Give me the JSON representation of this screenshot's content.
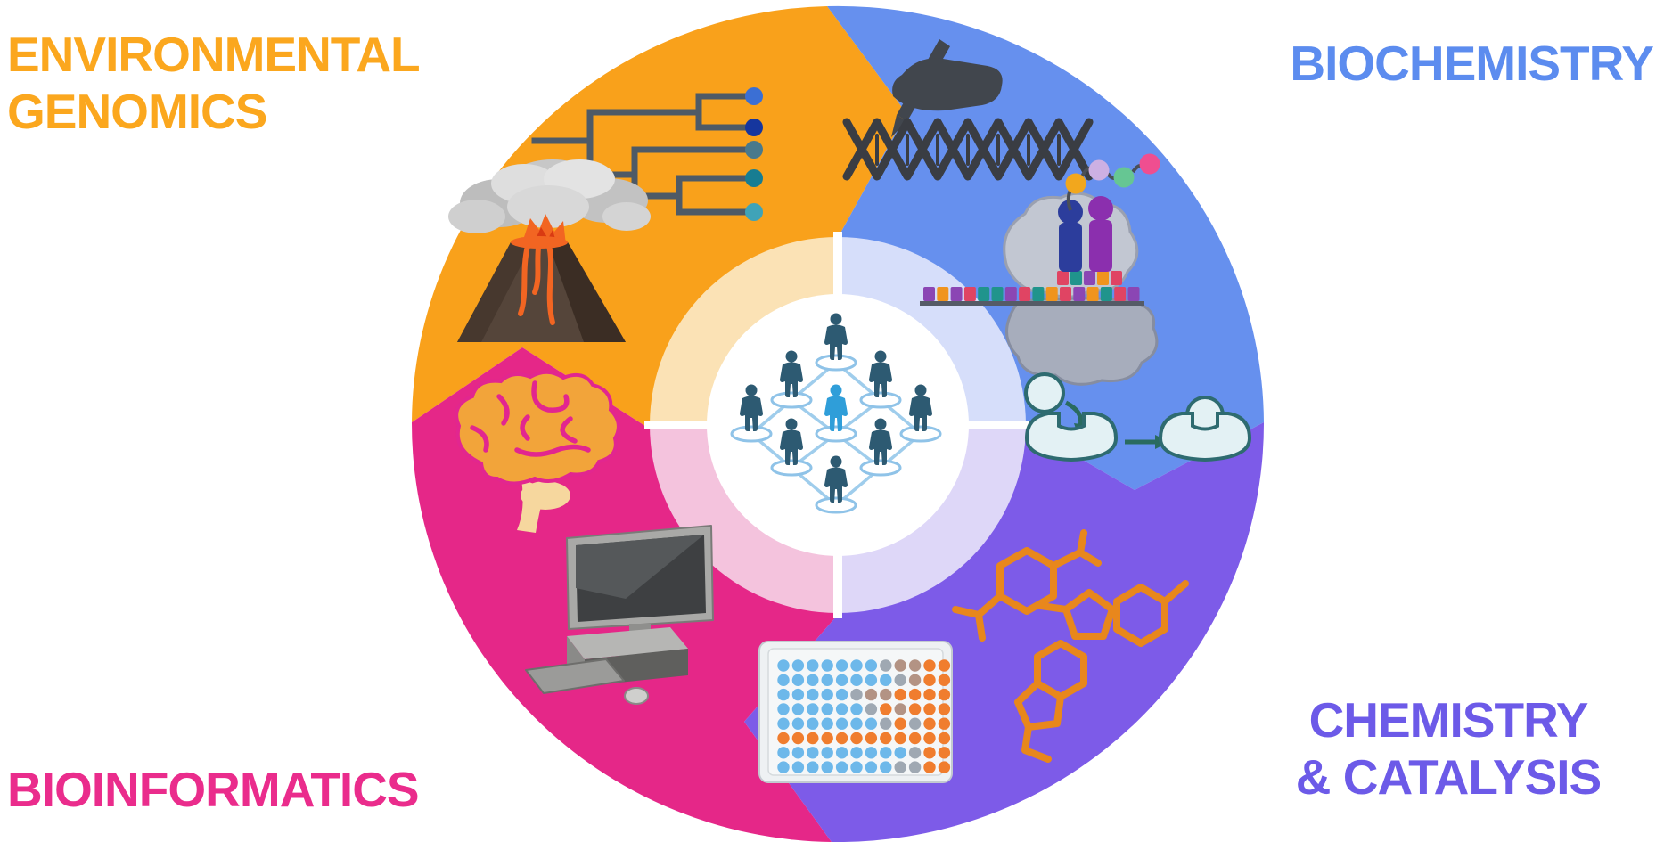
{
  "sections": [
    {
      "id": "environmental-genomics",
      "label_lines": [
        "ENVIRONMENTAL",
        "GENOMICS"
      ],
      "label_color": "#FBA71E",
      "wedge_color": "#F9A11B",
      "position": "top-left",
      "icons": [
        "phylogenetic-tree",
        "volcano"
      ]
    },
    {
      "id": "biochemistry",
      "label_lines": [
        "BIOCHEMISTRY",
        ""
      ],
      "label_color": "#5C8CEF",
      "wedge_color": "#6690EE",
      "position": "top-right",
      "icons": [
        "hand-writing-dna",
        "ribosome-translation",
        "enzyme-substrate"
      ]
    },
    {
      "id": "chemistry-catalysis",
      "label_lines": [
        "CHEMISTRY",
        "& CATALYSIS"
      ],
      "label_color": "#6C5AE8",
      "wedge_color": "#7D5BE8",
      "position": "bottom-right",
      "icons": [
        "small-molecules",
        "microplate"
      ]
    },
    {
      "id": "bioinformatics",
      "label_lines": [
        "BIOINFORMATICS",
        ""
      ],
      "label_color": "#EA2C8C",
      "wedge_color": "#E52788",
      "position": "bottom-left",
      "icons": [
        "brain",
        "desktop-computer"
      ]
    }
  ],
  "inner_ring": {
    "top_left": "#FBE2B5",
    "top_right": "#D6DEFA",
    "bottom_left": "#F4C3DD",
    "bottom_right": "#DED7F8",
    "divider": "#FFFFFF",
    "center_fill": "#FFFFFF"
  },
  "center_network": {
    "icon": "collaboration-network",
    "people_count": 9,
    "person_color": "#2D5A72",
    "highlight_person_color": "#2F9ED9",
    "network_line_color": "#9FCDEC",
    "node_ring_color": "#8FC3E8"
  },
  "phylo_tree": {
    "line_color": "#4E5A66",
    "tip_colors": [
      "#3B6FD4",
      "#16369E",
      "#49798C",
      "#177D92",
      "#3FA3B8"
    ]
  },
  "ribosome": {
    "rock_top_color": "#C2C7D2",
    "rock_bottom_color": "#A7ADBC",
    "mrna_blocks": [
      "#8B46B4",
      "#F0941E",
      "#8B46B4",
      "#E04463",
      "#20948C",
      "#20948C",
      "#8B46B4",
      "#E04463",
      "#20948C",
      "#F0941E",
      "#E04463",
      "#8B46B4",
      "#F0941E",
      "#20948C",
      "#E04463",
      "#8B46B4"
    ],
    "codon_blocks": [
      "#E04463",
      "#20948C",
      "#8B46B4",
      "#F0941E",
      "#E04463"
    ],
    "trna_colors": [
      "#2C3D9C",
      "#8B2FAE"
    ],
    "bead_colors": [
      "#F2A71D",
      "#CDB0E3",
      "#66C693",
      "#EF4E90"
    ]
  },
  "enzyme": {
    "fill": "#E3F1F4",
    "outline": "#2E6B70",
    "arrow_color": "#2A6B5F"
  },
  "microplate": {
    "rows": [
      "bbbbbbbgttoo",
      "bbbbbbbbgtoo",
      "bbbbbgttoooo",
      "bbbbbbgotooo",
      "bbbbbbbgogoo",
      "oooooooooooo",
      "bbbbbbbbbgoo",
      "bbbbbbbbggoo"
    ],
    "well_colors": {
      "b": "#6DB8EA",
      "g": "#9FA8B2",
      "t": "#B39384",
      "o": "#F07D2E"
    },
    "plate_color": "#EEF1F3"
  },
  "molecules": {
    "color": "#E8871C"
  },
  "volcano": {
    "cone_color": "#55453A",
    "lava_color": "#F26522",
    "smoke_color": "#C7C7C7"
  },
  "dna_writing": {
    "silhouette_color": "#41464D",
    "helix_color": "#3A3D43"
  },
  "brain": {
    "fill": "#F2A43A",
    "detail_color": "#E2268F"
  },
  "computer": {
    "body_color": "#A9A9A7",
    "screen_color": "#3E4042"
  }
}
